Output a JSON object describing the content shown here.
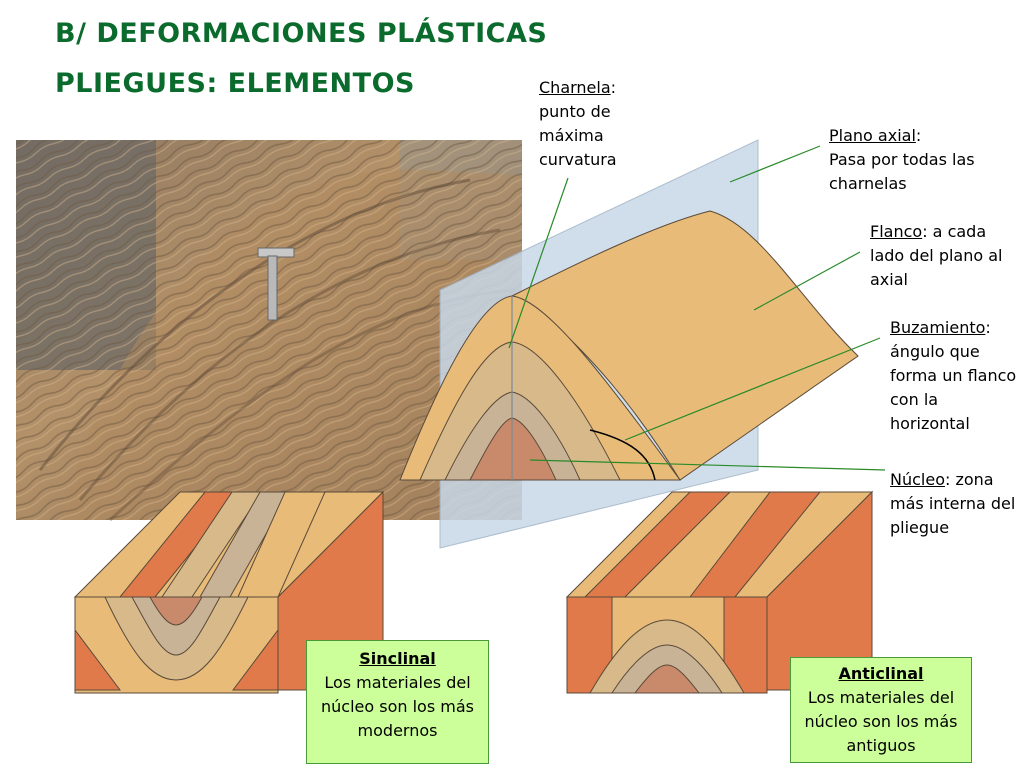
{
  "title_line1": "B/ DEFORMACIONES PLÁSTICAS",
  "title_line2": "PLIEGUES: ELEMENTOS",
  "labels": {
    "charnela": {
      "term": "Charnela",
      "desc": "punto de máxima curvatura"
    },
    "plano_axial": {
      "term": "Plano axial",
      "desc": "Pasa por todas las charnelas"
    },
    "flanco": {
      "term": "Flanco",
      "desc": "a cada lado del plano al axial"
    },
    "buzamiento": {
      "term": "Buzamiento",
      "desc": "ángulo que forma un flanco con la horizontal"
    },
    "nucleo": {
      "term": "Núcleo",
      "desc": "zona más interna del pliegue"
    }
  },
  "boxes": {
    "sinclinal": {
      "title": "Sinclinal",
      "desc": "Los materiales del núcleo son los más modernos"
    },
    "anticlinal": {
      "title": "Anticlinal",
      "desc": "Los materiales del núcleo son los más antiguos"
    }
  },
  "colors": {
    "title": "#0a6b2d",
    "leader_line": "#2a8a2a",
    "box_fill": "#ccff99",
    "layer_light": "#e8bc78",
    "layer_tan": "#d7b98a",
    "layer_grey": "#c9b396",
    "layer_core": "#c98a6c",
    "layer_red": "#e07a4a",
    "axial_plane": "#c8d8e8"
  }
}
